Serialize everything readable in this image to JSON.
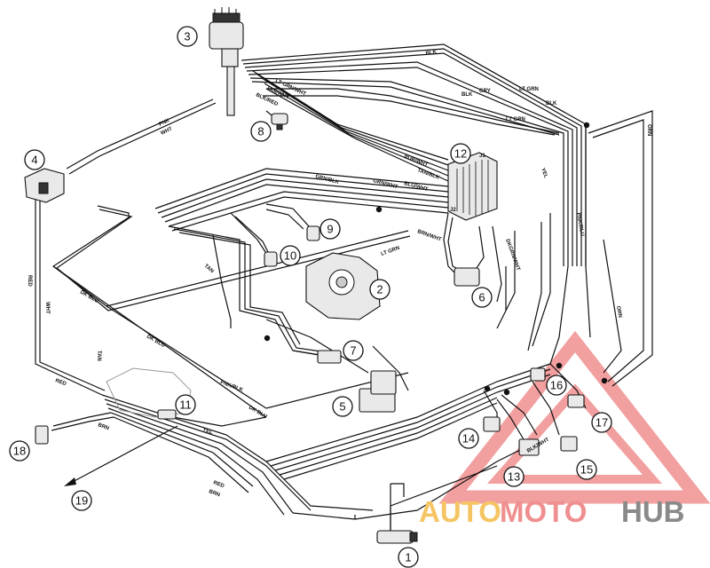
{
  "callouts": [
    {
      "id": "c1",
      "label": "1"
    },
    {
      "id": "c2",
      "label": "2"
    },
    {
      "id": "c3",
      "label": "3"
    },
    {
      "id": "c4",
      "label": "4"
    },
    {
      "id": "c5",
      "label": "5"
    },
    {
      "id": "c6",
      "label": "6"
    },
    {
      "id": "c7",
      "label": "7"
    },
    {
      "id": "c8",
      "label": "8"
    },
    {
      "id": "c9",
      "label": "9"
    },
    {
      "id": "c10",
      "label": "10"
    },
    {
      "id": "c11",
      "label": "11"
    },
    {
      "id": "c12",
      "label": "12"
    },
    {
      "id": "c13",
      "label": "13"
    },
    {
      "id": "c14",
      "label": "14"
    },
    {
      "id": "c15",
      "label": "15"
    },
    {
      "id": "c16",
      "label": "16"
    },
    {
      "id": "c17",
      "label": "17"
    },
    {
      "id": "c18",
      "label": "18"
    },
    {
      "id": "c19",
      "label": "19"
    }
  ],
  "wire_labels": {
    "blk": "BLK",
    "gry": "GRY",
    "lt_grn": "LT GRN",
    "tan_wht": "TAN/WHT",
    "blk_red": "BLK/RED",
    "lt_grnwht": "LT GRN/WHT",
    "pnk": "PNK",
    "wht": "WHT",
    "pur_wht": "PUR/WHT",
    "tan_blk": "TAN/BLK",
    "blu_wht": "BLU/WHT",
    "grn_wht": "GRN/WHT",
    "dk_blu": "DK BLU",
    "red": "RED",
    "tan": "TAN",
    "yel": "YEL",
    "pnk_blk": "PNK/BLK",
    "brn": "BRN",
    "brn_wht": "BRN/WHT",
    "dkgrn_wht": "DKGRN/WHT",
    "orn": "ORN",
    "pnk_blu": "PNK/BLU",
    "blk_wht": "BLK/WHT",
    "grn_blk": "GRN/BLK",
    "dk_grn": "DK GRN",
    "j1": "J1",
    "j2": "J2"
  },
  "watermark": {
    "auto": "AUTO",
    "moto": "MOTO",
    "hub": "HUB",
    "color_auto": "#f5c563",
    "color_moto": "#f08f8f",
    "color_hub": "#8a8a8a",
    "triangle_color": "#f08f8f"
  }
}
